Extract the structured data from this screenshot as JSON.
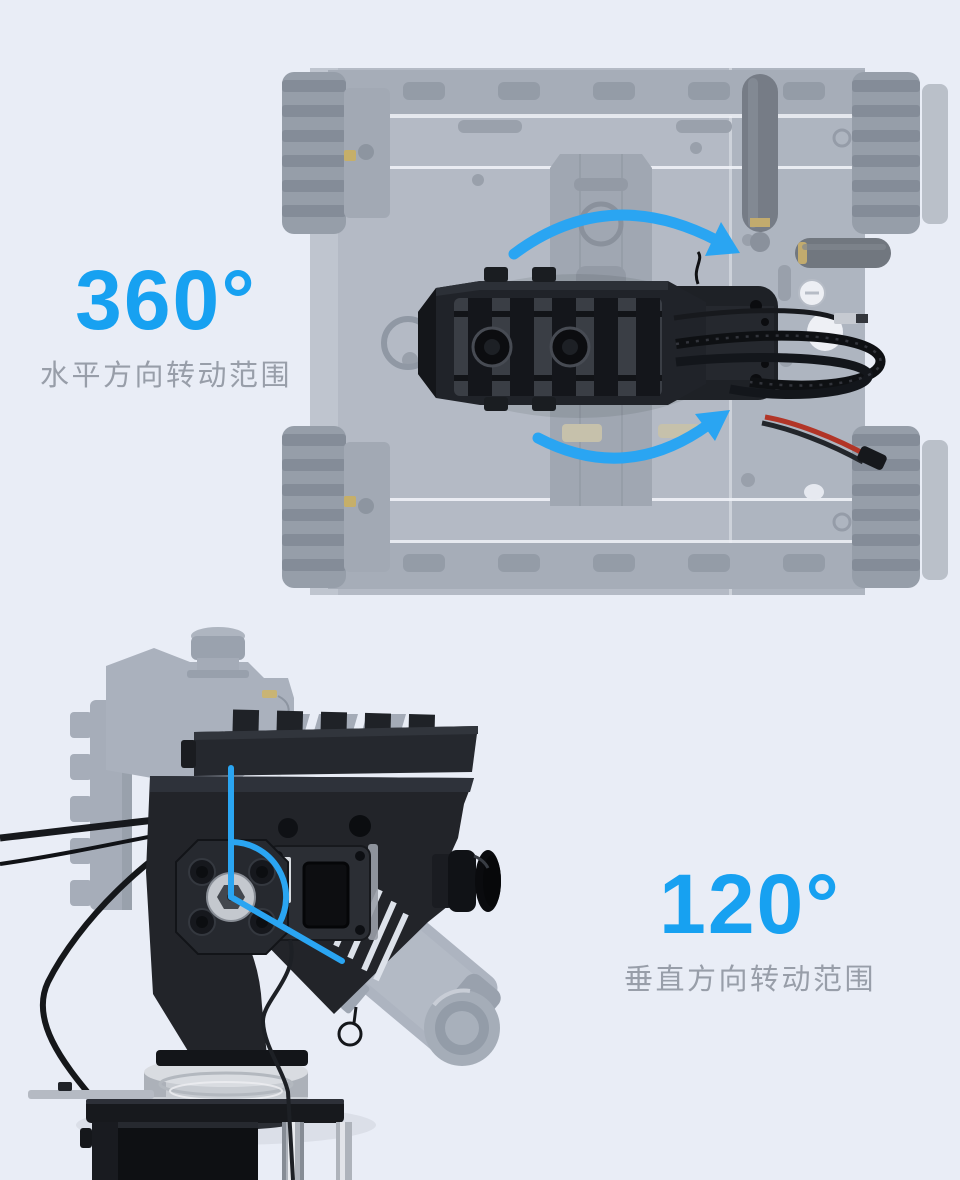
{
  "colors": {
    "background": "#e9edf6",
    "accent_blue": "#17a1f1",
    "arrow_blue": "#2aa5f2",
    "caption_gray": "#989ea9"
  },
  "spec_horizontal": {
    "value": "360°",
    "label": "水平方向转动范围"
  },
  "spec_vertical": {
    "value": "120°",
    "label": "垂直方向转动范围"
  },
  "illustrations": {
    "top_view": {
      "name": "tracked-robot-chassis-top-view",
      "elements": [
        "ghost-chassis",
        "track-units",
        "antennas",
        "camera-gimbal",
        "braided-cables",
        "power-wires",
        "rotation-arrow-clockwise-upper",
        "rotation-arrow-clockwise-lower"
      ]
    },
    "side_view": {
      "name": "pan-tilt-camera-gimbal-side-view",
      "elements": [
        "ghost-tilt-up-position",
        "ghost-tilt-down-position",
        "black-bracket",
        "servo-panel",
        "camera-lens",
        "bearing-base",
        "servo-box",
        "cables",
        "angle-indicator-120"
      ]
    }
  }
}
